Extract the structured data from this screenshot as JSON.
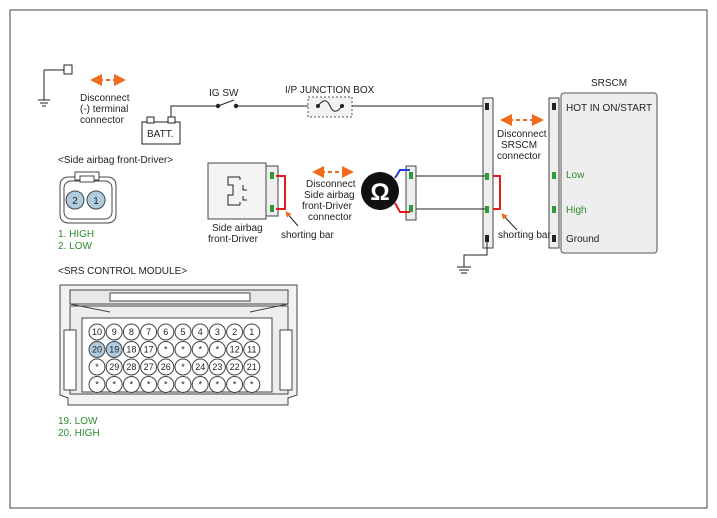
{
  "labels": {
    "disconnect_neg": [
      "Disconnect",
      "(-) terminal",
      "connector"
    ],
    "batt": "BATT.",
    "ig_sw": "IG SW",
    "ip_box": "I/P JUNCTION BOX",
    "disconnect_srscm": [
      "Disconnect",
      "SRSCM",
      "connector"
    ],
    "srscm_title": "SRSCM",
    "srscm_pins": [
      "HOT IN ON/START",
      "Low",
      "High",
      "Ground"
    ],
    "side_airbag_title": "<Side airbag front-Driver>",
    "side_airbag_pins": [
      "2",
      "1"
    ],
    "side_airbag_legend": [
      "1. HIGH",
      "2. LOW"
    ],
    "side_airbag_name": [
      "Side airbag",
      "front-Driver"
    ],
    "shorting_bar_1": "shorting bar",
    "shorting_bar_2": "shorting bar",
    "disconnect_side": [
      "Disconnect",
      "Side airbag",
      "front-Driver",
      "connector"
    ],
    "ohm_symbol": "Ω",
    "srs_module_title": "<SRS CONTROL MODULE>",
    "srs_module_legend": [
      "19. LOW",
      "20. HIGH"
    ]
  },
  "srs_pins": {
    "row1": [
      "10",
      "9",
      "8",
      "7",
      "6",
      "5",
      "4",
      "3",
      "2",
      "1"
    ],
    "row2": [
      "20",
      "19",
      "18",
      "17",
      "*",
      "*",
      "*",
      "*",
      "12",
      "11"
    ],
    "row3": [
      "*",
      "29",
      "28",
      "27",
      "26",
      "*",
      "24",
      "23",
      "22",
      "21"
    ],
    "row4": [
      "*",
      "*",
      "*",
      "*",
      "*",
      "*",
      "*",
      "*",
      "*",
      "*"
    ]
  },
  "colors": {
    "arrow": "#f26b1d",
    "legend_green": "#2f8a2f",
    "wire_blue": "#1f3fd6",
    "wire_red": "#e01b1b",
    "pin_green": "#2e9b3a",
    "highlight_pin": "#aecbe0",
    "box_fill": "#eeeeee"
  }
}
